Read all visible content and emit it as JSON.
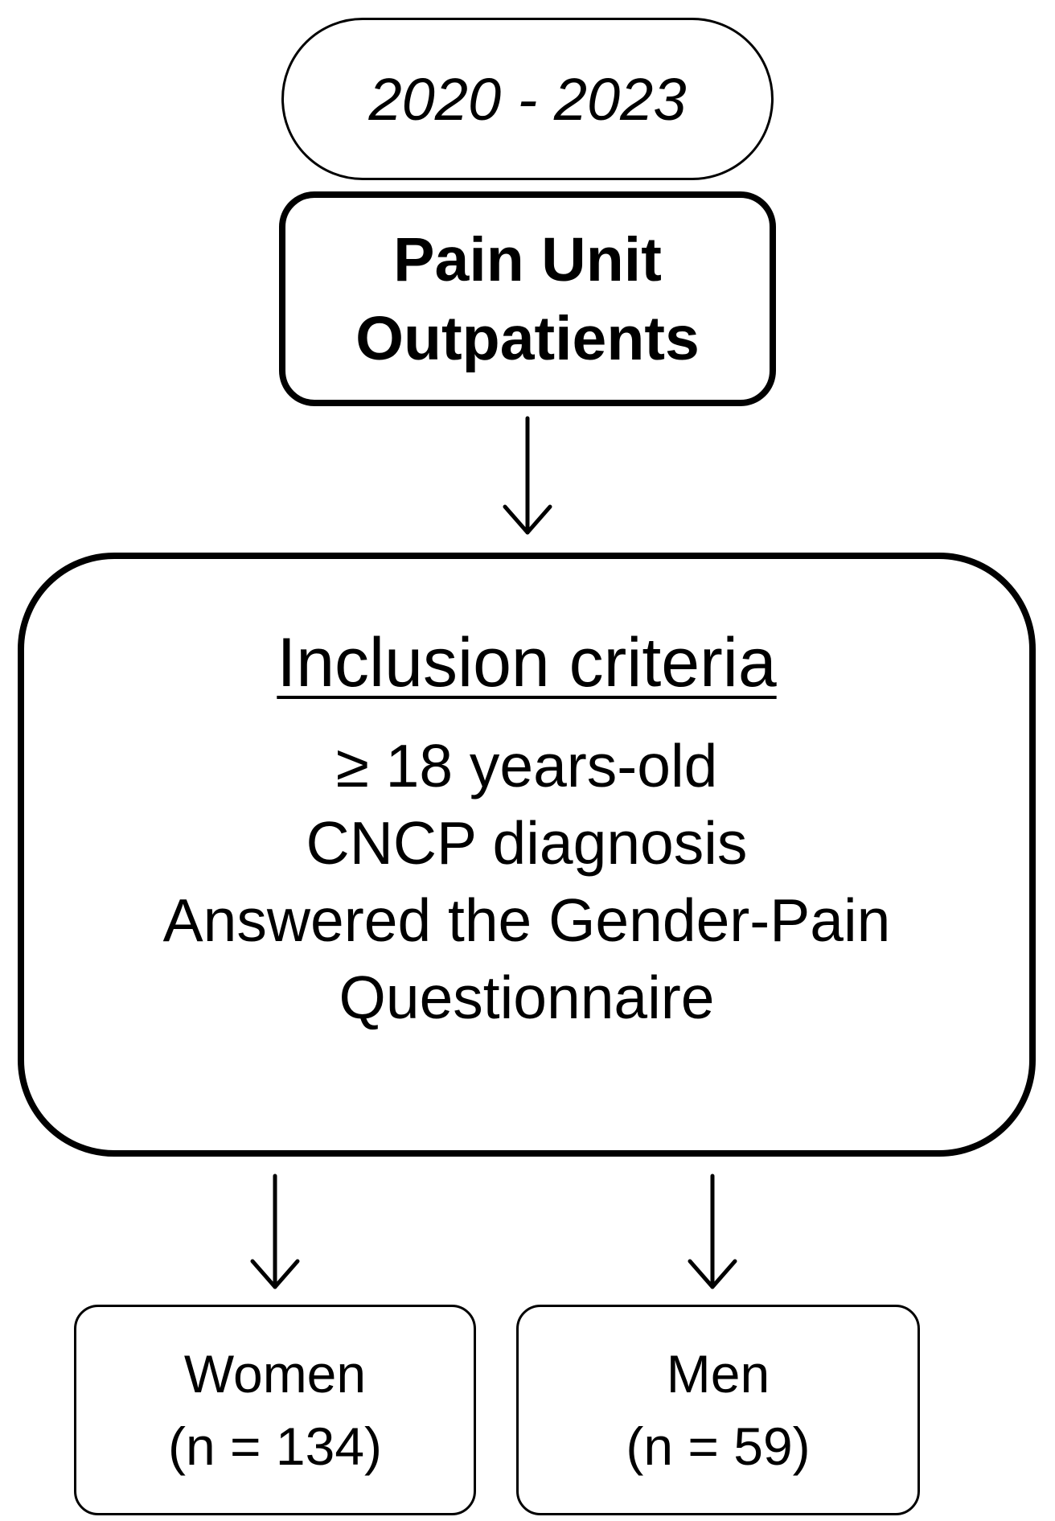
{
  "period": "2020 - 2023",
  "source": {
    "line1": "Pain Unit",
    "line2": "Outpatients"
  },
  "criteria": {
    "title": "Inclusion criteria",
    "items": [
      "≥ 18 years-old",
      "CNCP diagnosis",
      "Answered the Gender-Pain",
      "Questionnaire"
    ]
  },
  "groups": [
    {
      "label": "Women",
      "count": "(n = 134)"
    },
    {
      "label": "Men",
      "count": "(n = 59)"
    }
  ]
}
